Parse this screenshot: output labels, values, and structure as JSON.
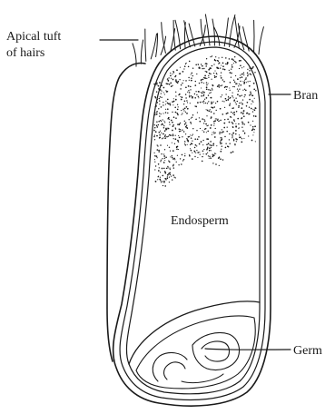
{
  "labels": {
    "apical_tuft_line1": "Apical tuft",
    "apical_tuft_line2": "of hairs",
    "bran": "Bran",
    "endosperm": "Endosperm",
    "germ": "Germ"
  }
}
